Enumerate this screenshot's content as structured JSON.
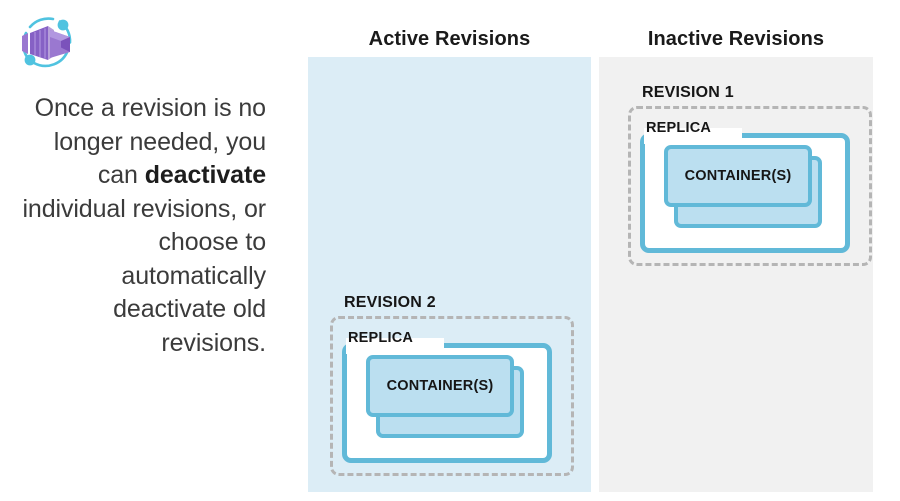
{
  "left": {
    "icon_name": "azure-container-apps-icon",
    "description_parts": {
      "before": "Once a revision is no longer needed, you can ",
      "emphasis": "deactivate",
      "after": " individual revisions, or choose to automatically deactivate old revisions."
    },
    "description_full": "Once a revision is no longer needed, you can deactivate individual revisions, or choose to automatically deactivate old revisions."
  },
  "columns": [
    {
      "id": "active",
      "heading": "Active Revisions",
      "panel_color": "#dcedf6",
      "revision": {
        "label": "REVISION 2",
        "replica_label": "REPLICA",
        "container_label": "CONTAINER(S)"
      }
    },
    {
      "id": "inactive",
      "heading": "Inactive Revisions",
      "panel_color": "#f1f1f1",
      "revision": {
        "label": "REVISION 1",
        "replica_label": "REPLICA",
        "container_label": "CONTAINER(S)"
      }
    }
  ],
  "colors": {
    "accent_blue_border": "#61b9d8",
    "container_fill": "#bbdff0",
    "dashed_gray": "#b5b5b5",
    "active_panel_bg": "#dcedf6",
    "inactive_panel_bg": "#f1f1f1",
    "icon_purple": "#8661c5",
    "icon_cyan": "#50c3e0",
    "text_dark": "#1a1a1a"
  }
}
